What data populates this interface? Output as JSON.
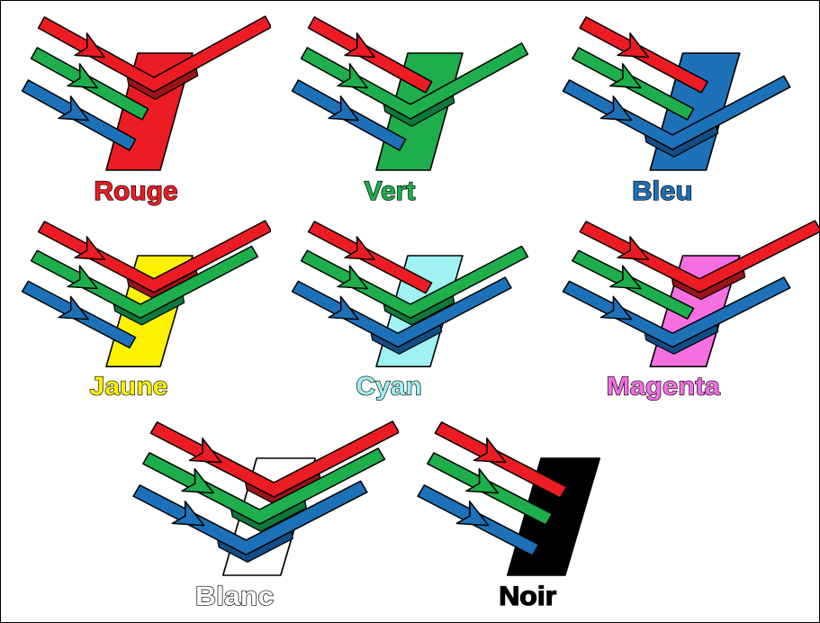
{
  "figure": {
    "description_labels": [
      "Rouge",
      "Vert",
      "Bleu",
      "Jaune",
      "Cyan",
      "Magenta",
      "Blanc",
      "Noir"
    ],
    "background_color": "#FFFFFF",
    "border_color": "#000000"
  },
  "ray_colors": {
    "red": {
      "fill": "#EC1C24",
      "side": "#9B1418",
      "outline": "#000000"
    },
    "green": {
      "fill": "#1EAE4C",
      "side": "#0C7A3C",
      "outline": "#000000"
    },
    "blue": {
      "fill": "#1D71B8",
      "side": "#124E85",
      "outline": "#000000"
    }
  },
  "panels": [
    {
      "id": "rouge",
      "label": "Rouge",
      "label_color": "#EC1C24",
      "surface_fill": "#EC1C24",
      "surface_outline": "#000000",
      "rays": [
        {
          "color": "red",
          "reflected": true
        },
        {
          "color": "green",
          "reflected": false
        },
        {
          "color": "blue",
          "reflected": false
        }
      ]
    },
    {
      "id": "vert",
      "label": "Vert",
      "label_color": "#1EAE4C",
      "surface_fill": "#1EAE4C",
      "surface_outline": "#000000",
      "rays": [
        {
          "color": "red",
          "reflected": false
        },
        {
          "color": "green",
          "reflected": true
        },
        {
          "color": "blue",
          "reflected": false
        }
      ]
    },
    {
      "id": "bleu",
      "label": "Bleu",
      "label_color": "#1D71B8",
      "surface_fill": "#1D71B8",
      "surface_outline": "#000000",
      "rays": [
        {
          "color": "red",
          "reflected": false
        },
        {
          "color": "green",
          "reflected": false
        },
        {
          "color": "blue",
          "reflected": true
        }
      ]
    },
    {
      "id": "jaune",
      "label": "Jaune",
      "label_color": "#FFF200",
      "surface_fill": "#FFF200",
      "surface_outline": "#000000",
      "rays": [
        {
          "color": "red",
          "reflected": true
        },
        {
          "color": "green",
          "reflected": true
        },
        {
          "color": "blue",
          "reflected": false
        }
      ]
    },
    {
      "id": "cyan",
      "label": "Cyan",
      "label_color": "#A0F1F1",
      "surface_fill": "#A0F1F1",
      "surface_outline": "#000000",
      "rays": [
        {
          "color": "red",
          "reflected": false
        },
        {
          "color": "green",
          "reflected": true
        },
        {
          "color": "blue",
          "reflected": true
        }
      ]
    },
    {
      "id": "magenta",
      "label": "Magenta",
      "label_color": "#F56FE3",
      "surface_fill": "#F56FE3",
      "surface_outline": "#000000",
      "rays": [
        {
          "color": "red",
          "reflected": true
        },
        {
          "color": "green",
          "reflected": false
        },
        {
          "color": "blue",
          "reflected": true
        }
      ]
    },
    {
      "id": "blanc",
      "label": "Blanc",
      "label_color": "#FFFFFF",
      "surface_fill": "#FFFFFF",
      "surface_outline": "#000000",
      "rays": [
        {
          "color": "red",
          "reflected": true
        },
        {
          "color": "green",
          "reflected": true
        },
        {
          "color": "blue",
          "reflected": true
        }
      ]
    },
    {
      "id": "noir",
      "label": "Noir",
      "label_color": "#000000",
      "surface_fill": "#000000",
      "surface_outline": "#000000",
      "rays": [
        {
          "color": "red",
          "reflected": false
        },
        {
          "color": "green",
          "reflected": false
        },
        {
          "color": "blue",
          "reflected": false
        }
      ]
    }
  ]
}
